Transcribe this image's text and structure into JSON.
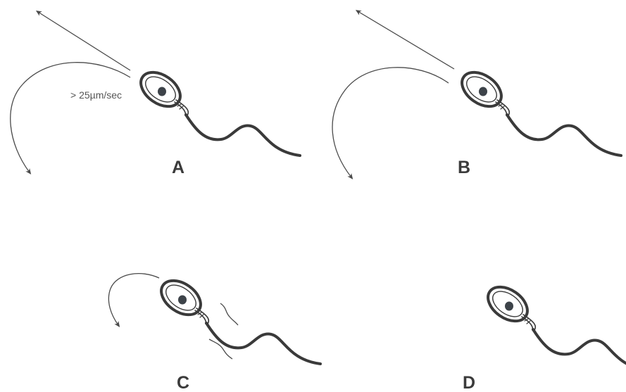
{
  "panels": [
    {
      "id": "A",
      "label": "A",
      "speed_label": "> 25µm/sec"
    },
    {
      "id": "B",
      "label": "B"
    },
    {
      "id": "C",
      "label": "C"
    },
    {
      "id": "D",
      "label": "D"
    }
  ],
  "colors": {
    "ink": "#3a3a3a",
    "nucleus": "#3d4349",
    "label": "#3b3b3b"
  }
}
